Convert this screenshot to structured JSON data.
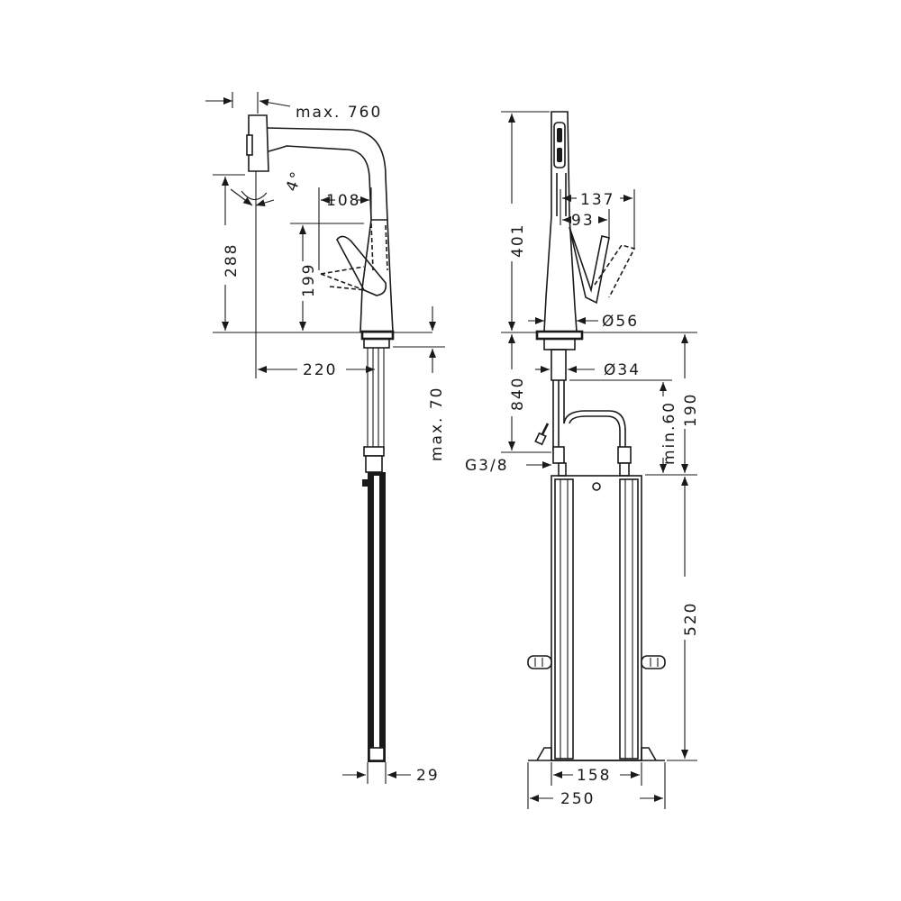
{
  "labels": {
    "max_reach": "max. 760",
    "angle": "4°",
    "d108": "108",
    "d288": "288",
    "d199": "199",
    "d220": "220",
    "max70": "max. 70",
    "d29": "29",
    "d401": "401",
    "d137": "137",
    "d93": "93",
    "dia56": "Ø56",
    "dia34": "Ø34",
    "d840": "840",
    "d190": "190",
    "min60": "min.60",
    "g38": "G3/8",
    "d520": "520",
    "d158": "158",
    "d250": "250"
  }
}
